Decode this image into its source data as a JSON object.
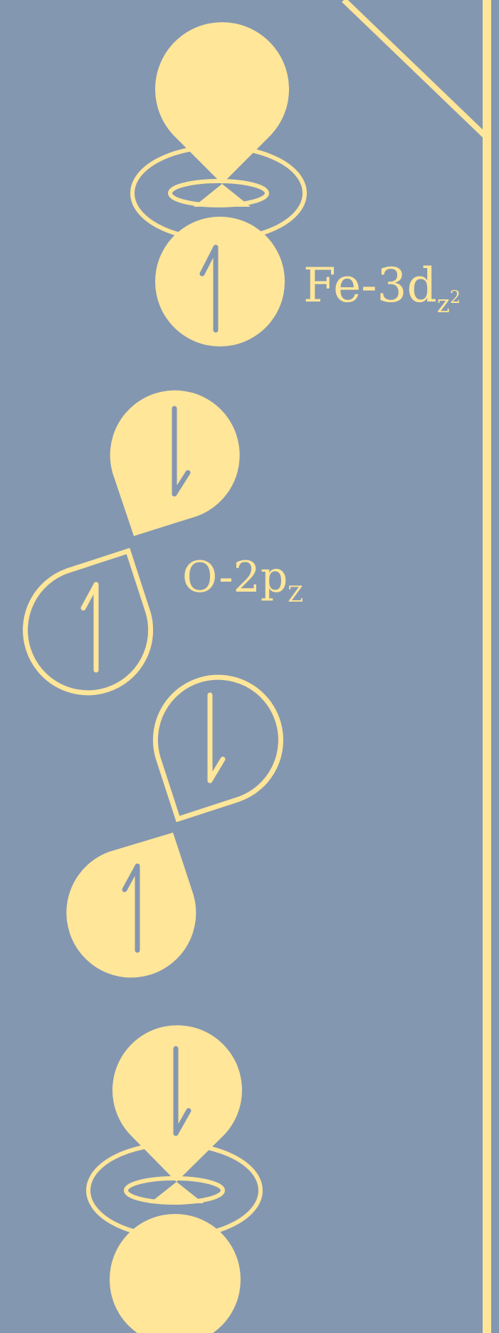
{
  "colors": {
    "background": "#8497b0",
    "orbital": "#ffe699",
    "arrow": "#8497b0"
  },
  "labels": {
    "fe": {
      "base": "Fe-3d",
      "sub": "z",
      "sup": "2"
    },
    "o": {
      "base": "O-2p",
      "sub": "Z"
    }
  },
  "icons": {
    "spin_up": "up-half-arrow",
    "spin_down": "down-half-arrow"
  }
}
